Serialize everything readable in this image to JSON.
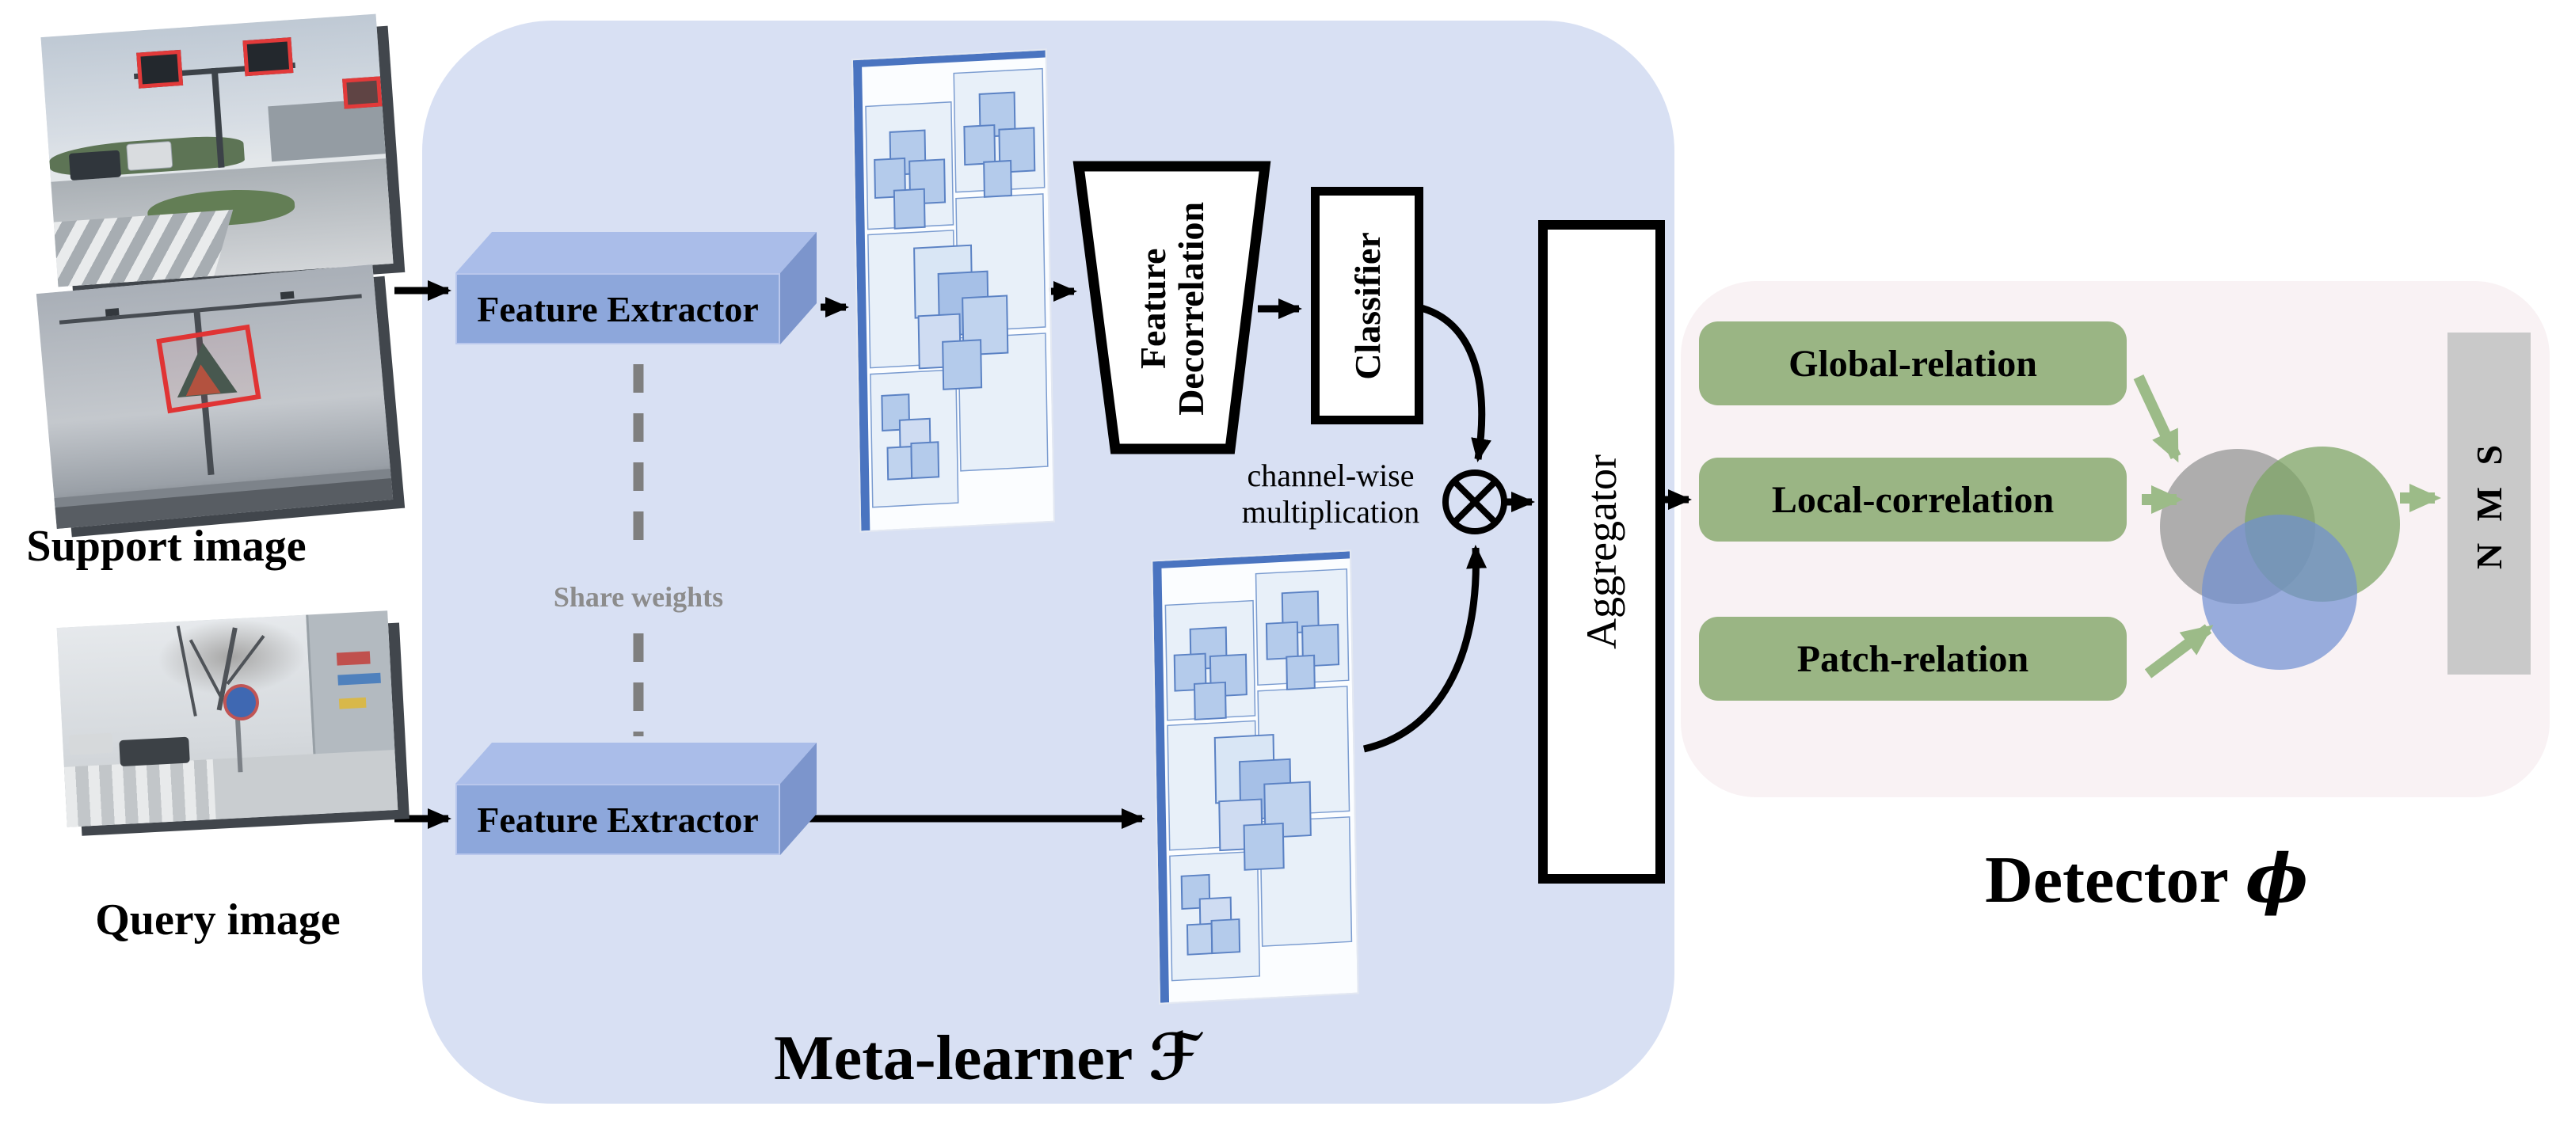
{
  "support": {
    "label": "Support image"
  },
  "query": {
    "label": "Query image"
  },
  "meta_learner": {
    "title_word": "Meta-learner",
    "title_symbol": "ℱ",
    "feature_extractor_support": "Feature Extractor",
    "feature_extractor_query": "Feature Extractor",
    "share_weights": "Share weights",
    "feature_decorrelation": "Feature Decorrelation",
    "classifier": "Classifier",
    "channel_wise_multiplication": "channel-wise multiplication",
    "aggregator": "Aggregator",
    "multiply_icon": "⊗"
  },
  "detector": {
    "title_word": "Detector",
    "title_symbol": "ϕ",
    "branches": [
      {
        "label": "Global-relation"
      },
      {
        "label": "Local-correlation"
      },
      {
        "label": "Patch-relation"
      }
    ],
    "nms": "N M S"
  },
  "colors": {
    "meta_learner_bg": "#d8e0f3",
    "detector_bg": "#f9f2f4",
    "extractor_blue": "#8da7db",
    "feature_map_accent": "#4a74c0",
    "relation_green": "#9ab584",
    "arrow_green": "#9cbb88",
    "nms_gray": "#c9c9c9",
    "venn_gray": "#9b9b9b",
    "venn_green": "#7ea667",
    "venn_blue": "#6f8fd2",
    "share_weights_gray": "#8c8c8c",
    "bbox_red": "#e23a3a"
  }
}
